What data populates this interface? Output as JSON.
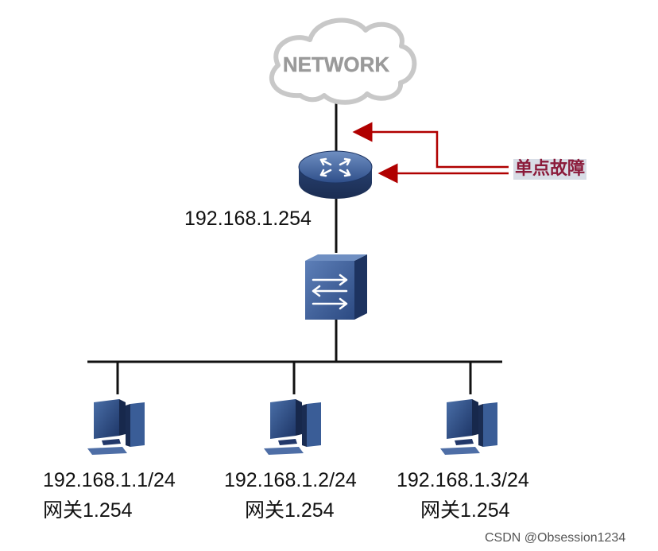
{
  "cloud": {
    "label": "NETWORK"
  },
  "router": {
    "ip": "192.168.1.254",
    "icon": "router-icon"
  },
  "switch": {
    "icon": "switch-icon"
  },
  "callout": {
    "text": "单点故障",
    "color": "#b00000"
  },
  "hosts": [
    {
      "ip": "192.168.1.1/24",
      "gateway": "网关1.254"
    },
    {
      "ip": "192.168.1.2/24",
      "gateway": "网关1.254"
    },
    {
      "ip": "192.168.1.3/24",
      "gateway": "网关1.254"
    }
  ],
  "watermark": "CSDN @Obsession1234"
}
